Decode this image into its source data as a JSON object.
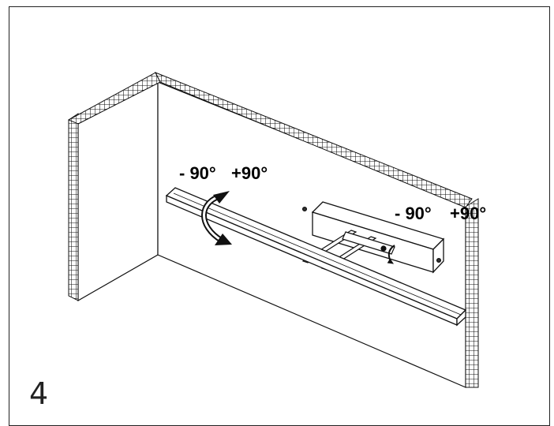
{
  "step_number": "4",
  "rotation_labels": {
    "bar_minus": "- 90°",
    "bar_plus": "+90°",
    "base_minus": "- 90°",
    "base_plus": "+90°"
  }
}
